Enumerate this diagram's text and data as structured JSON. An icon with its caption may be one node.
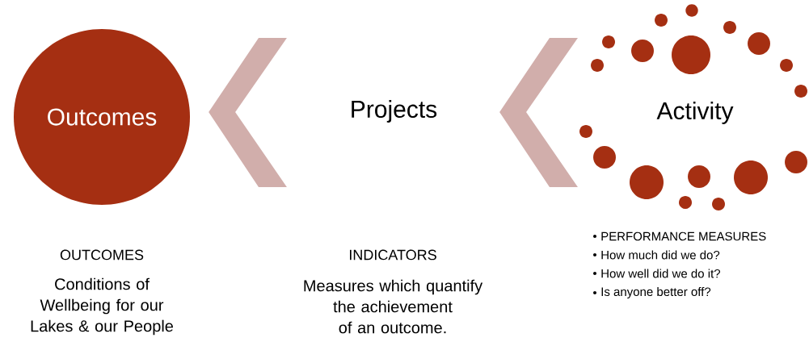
{
  "diagram": {
    "nodes": [
      {
        "text": [
          "Outcomes"
        ]
      },
      {
        "text": [
          "Projects"
        ]
      },
      {
        "text": [
          "Activity"
        ]
      }
    ],
    "edges": [
      {
        "from": 1,
        "to": 0,
        "arrow": "to"
      },
      {
        "from": 2,
        "to": 1,
        "arrow": "to"
      }
    ],
    "labels": [
      "OUTCOMES",
      "Conditions of Wellbeing for our Lakes & our People",
      "INDICATORS",
      "Measures which quantify the achievement of an outcome.",
      "PERFORMANCE MEASURES",
      "How much did we do?",
      "How well did we do it?",
      "Is anyone better off?"
    ]
  }
}
